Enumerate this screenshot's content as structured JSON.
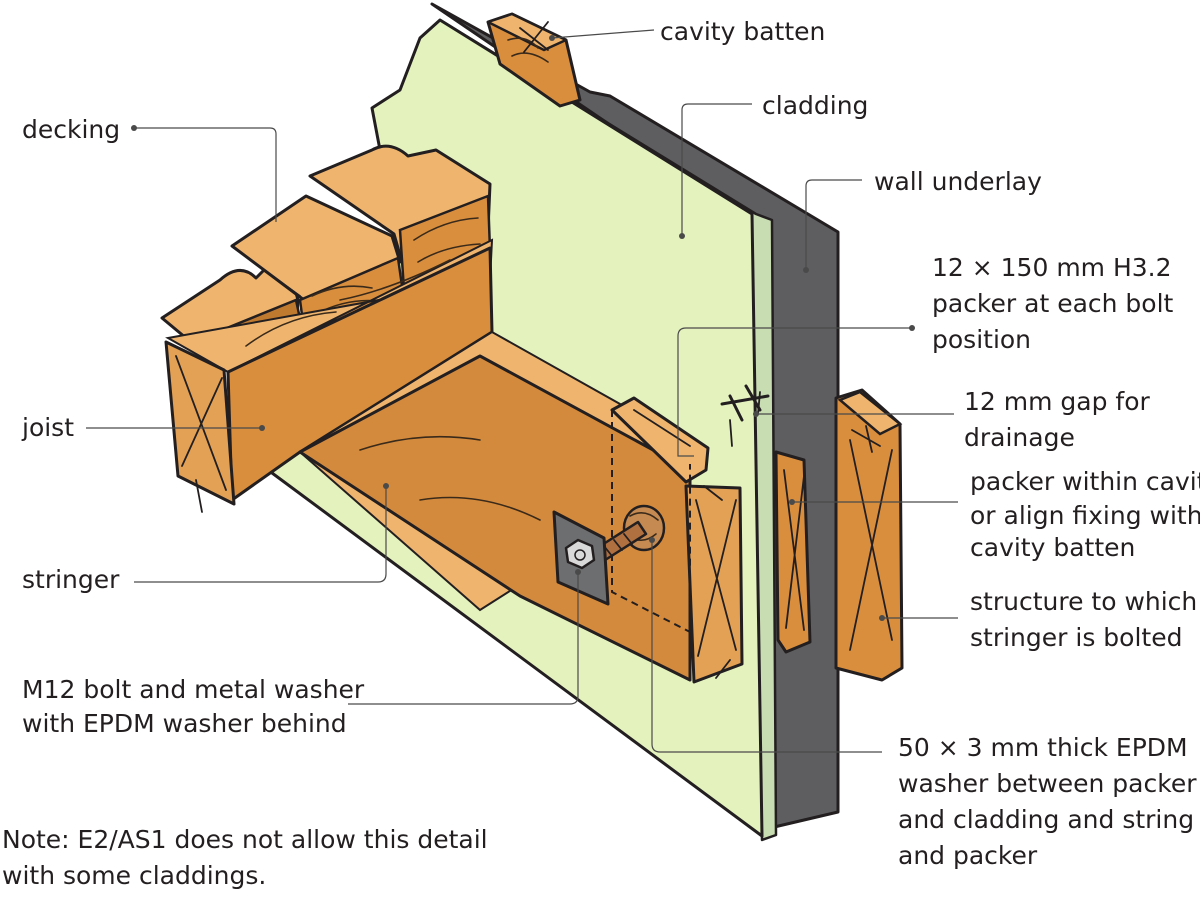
{
  "labels": {
    "cavity_batten": "cavity batten",
    "cladding": "cladding",
    "wall_underlay": "wall underlay",
    "decking": "decking",
    "packer_line1": "12 × 150 mm H3.2",
    "packer_line2": "packer at each bolt",
    "packer_line3": "position",
    "gap_line1": "12 mm gap for",
    "gap_line2": "drainage",
    "joist": "joist",
    "within_cavity_line1": "packer within cavity",
    "within_cavity_line2": "or align fixing with",
    "within_cavity_line3": "cavity batten",
    "stringer": "stringer",
    "structure_line1": "structure to which",
    "structure_line2": "stringer is bolted",
    "bolt_line1": "M12 bolt and metal washer",
    "bolt_line2": "with EPDM washer behind",
    "epdm_line1": "50 × 3 mm thick EPDM",
    "epdm_line2": "washer between packer",
    "epdm_line3": "and cladding and string",
    "epdm_line4": "and packer"
  },
  "note": {
    "line1": "Note: E2/AS1 does not allow this detail",
    "line2": "with some claddings."
  },
  "colors": {
    "cladding_fill": "#e4f2be",
    "cladding_edge": "#c9ddb2",
    "underlay": "#5e5e60",
    "timber_light": "#efb56f",
    "timber_mid": "#d98e3e",
    "timber_dark": "#c07a30",
    "washer": "#6d6e70",
    "ink": "#231f20"
  }
}
